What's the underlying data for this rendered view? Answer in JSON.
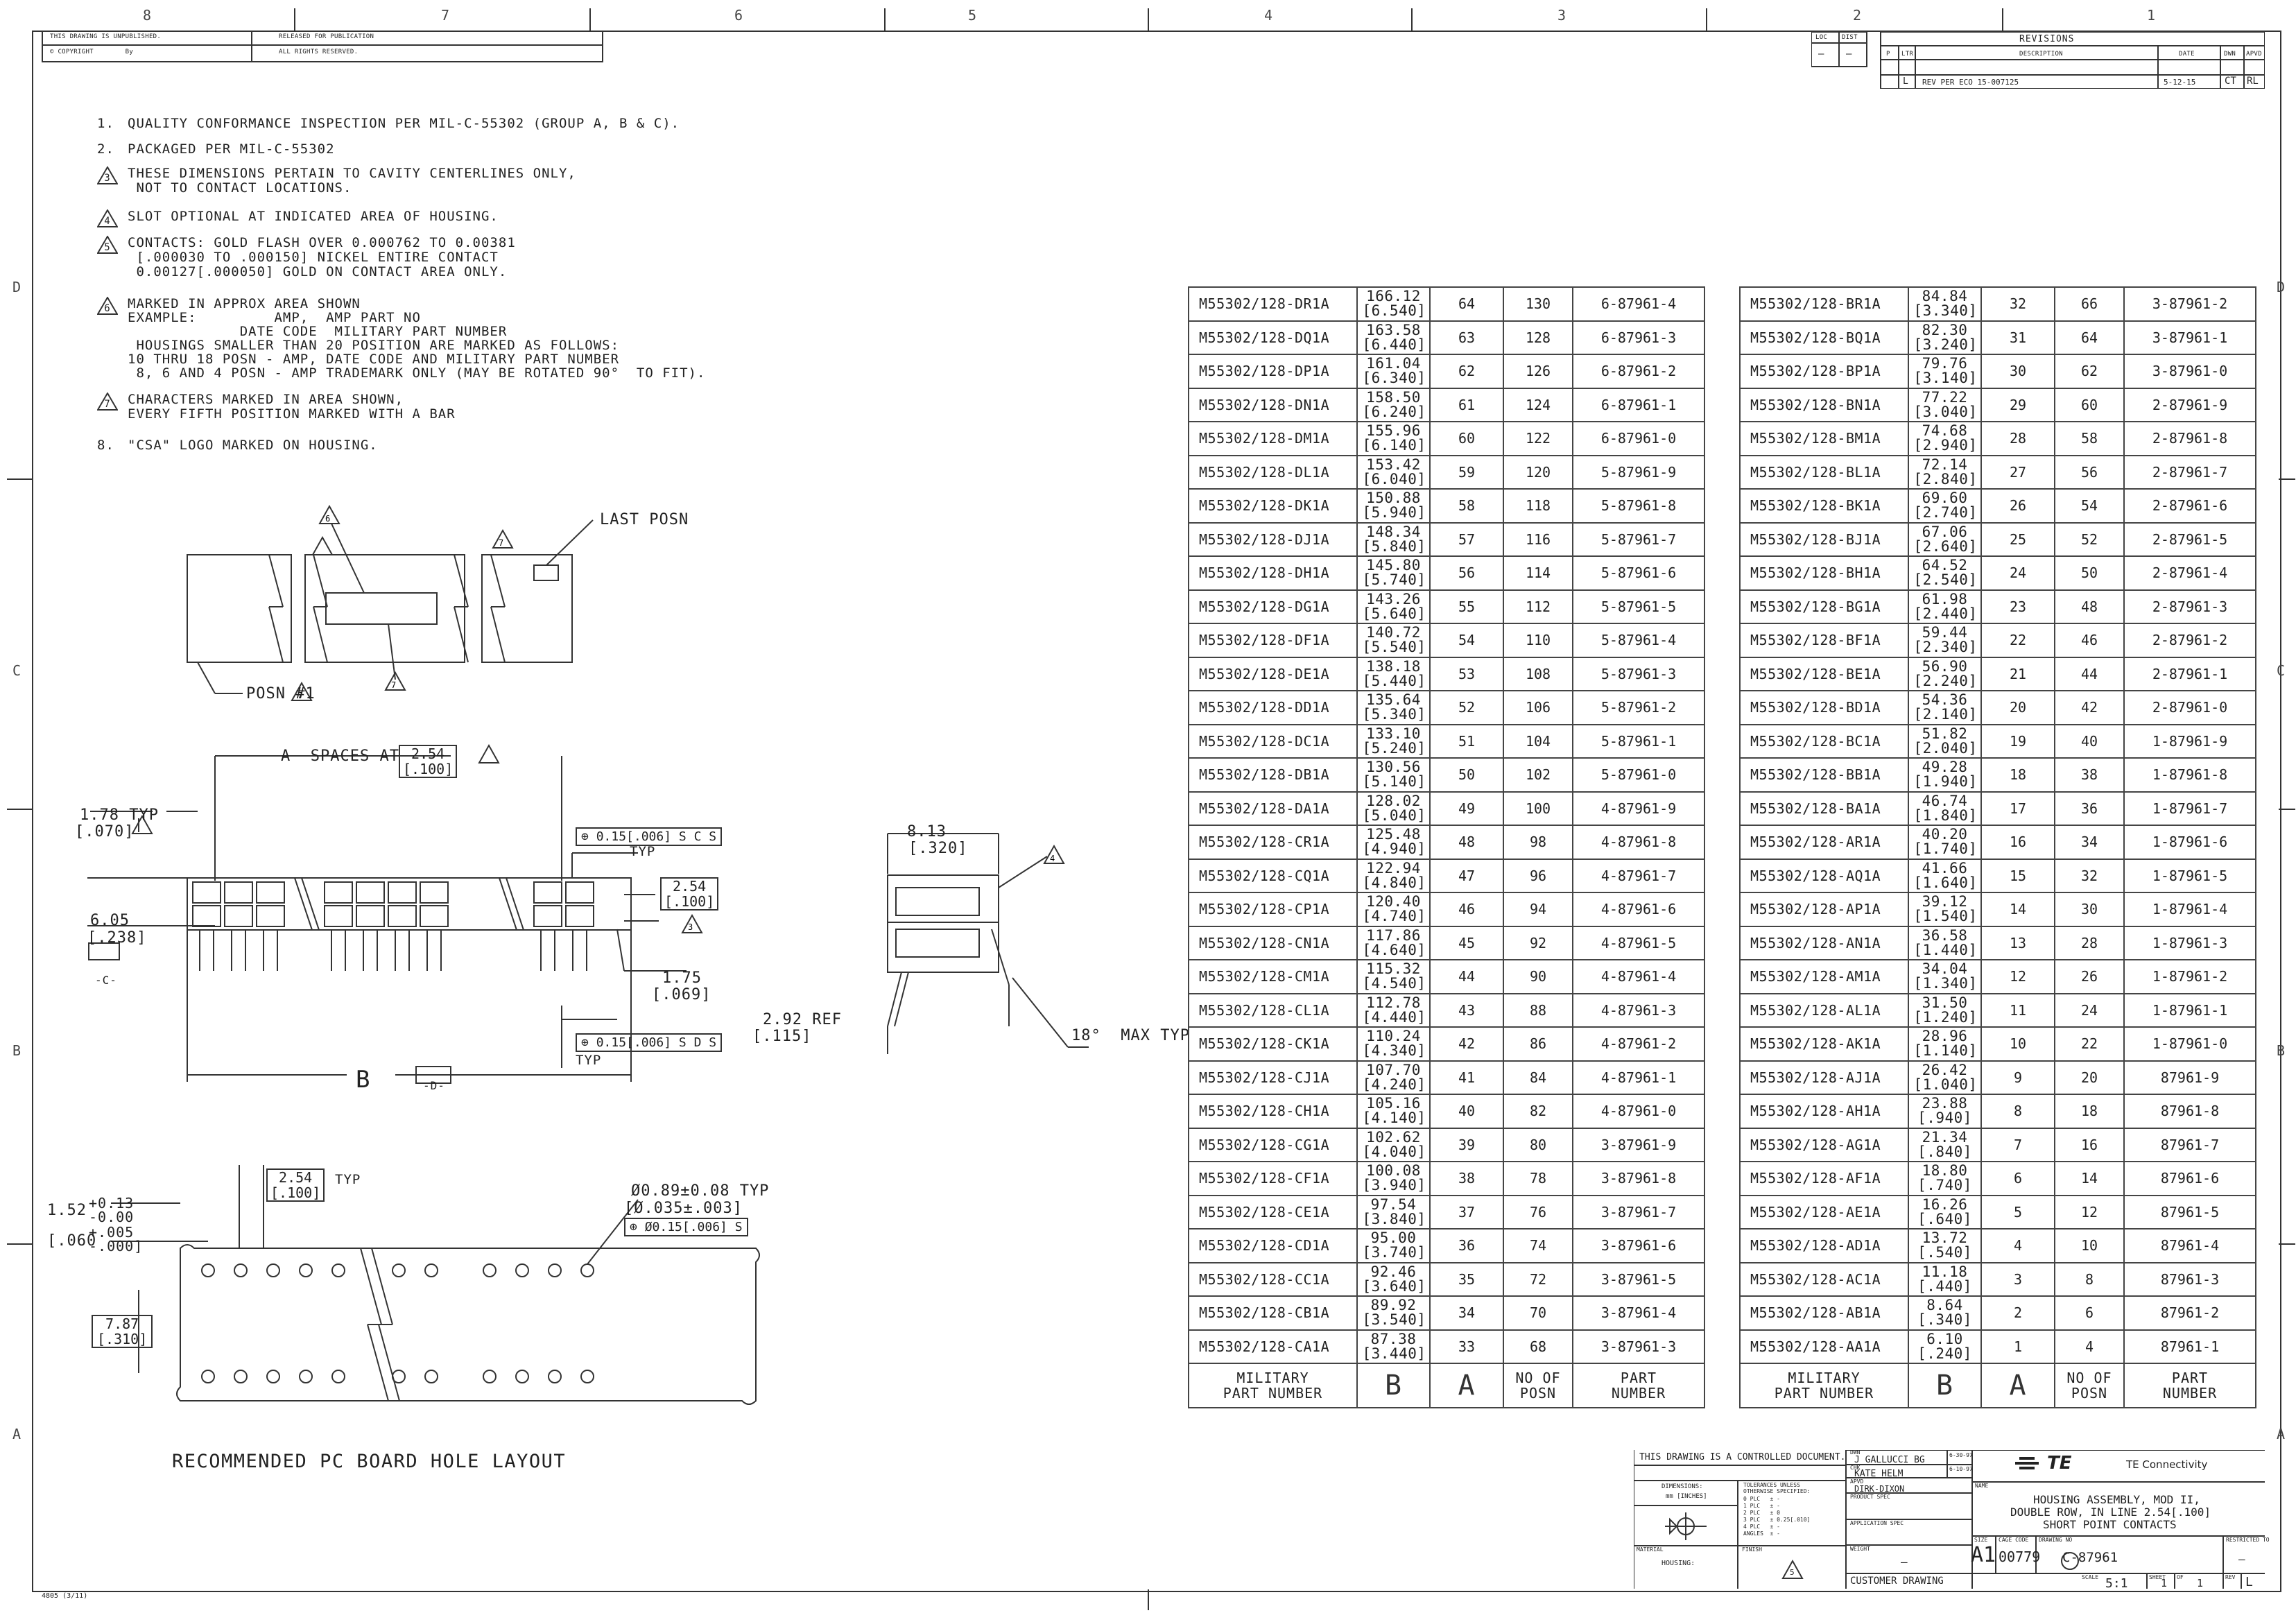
{
  "zones": {
    "top": [
      "8",
      "7",
      "6",
      "5",
      "4",
      "3",
      "2",
      "1"
    ],
    "side": [
      "D",
      "C",
      "B",
      "A"
    ]
  },
  "header": {
    "unpublished": "THIS DRAWING IS UNPUBLISHED.",
    "copyright": "COPYRIGHT",
    "copyright_by": "By",
    "released": "RELEASED FOR PUBLICATION",
    "rights": "ALL RIGHTS RESERVED."
  },
  "revisions": {
    "loc": "LOC",
    "dist": "DIST",
    "title": "REVISIONS",
    "col_p": "P",
    "col_ltr": "LTR",
    "col_desc": "DESCRIPTION",
    "col_date": "DATE",
    "col_dwn": "DWN",
    "col_apvd": "APVD",
    "ltr": "L",
    "desc": "REV PER ECO 15-007125",
    "date": "5-12-15",
    "dwn": "CT",
    "apvd": "RL"
  },
  "notes": [
    {
      "n": "1.",
      "flag": false,
      "text": "QUALITY CONFORMANCE INSPECTION PER MIL-C-55302 (GROUP A, B & C)."
    },
    {
      "n": "2.",
      "flag": false,
      "text": "PACKAGED PER MIL-C-55302"
    },
    {
      "n": "3",
      "flag": true,
      "text": "THESE DIMENSIONS PERTAIN TO CAVITY CENTERLINES ONLY,\n NOT TO CONTACT LOCATIONS."
    },
    {
      "n": "4",
      "flag": true,
      "text": "SLOT OPTIONAL AT INDICATED AREA OF HOUSING."
    },
    {
      "n": "5",
      "flag": true,
      "text": "CONTACTS: GOLD FLASH OVER 0.000762 TO 0.00381\n [.000030 TO .000150] NICKEL ENTIRE CONTACT\n 0.00127[.000050] GOLD ON CONTACT AREA ONLY."
    },
    {
      "n": "6",
      "flag": true,
      "text": "MARKED IN APPROX AREA SHOWN\nEXAMPLE:         AMP,  AMP PART NO\n             DATE CODE  MILITARY PART NUMBER\n HOUSINGS SMALLER THAN 20 POSITION ARE MARKED AS FOLLOWS:\n10 THRU 18 POSN - AMP, DATE CODE AND MILITARY PART NUMBER\n 8, 6 AND 4 POSN - AMP TRADEMARK ONLY (MAY BE ROTATED 90°  TO FIT)."
    },
    {
      "n": "7",
      "flag": true,
      "text": "CHARACTERS MARKED IN AREA SHOWN,\nEVERY FIFTH POSITION MARKED WITH A BAR"
    },
    {
      "n": "8.",
      "flag": false,
      "text": "\"CSA\" LOGO MARKED ON HOUSING."
    }
  ],
  "drawing": {
    "last_posn": "LAST POSN",
    "posn1": "POSN #1",
    "spaces_at": "A  SPACES AT",
    "pitch_mm": "2.54",
    "pitch_in": "[.100]",
    "d178": "1.78 TYP",
    "d178_in": "[.070]",
    "d605": "6.05",
    "d605_in": "[.238]",
    "datum_c": "-C-",
    "datum_d": "-D-",
    "dim_b": "B",
    "tol_top": "0.15[.006]  S  C  S",
    "tol_bot": "0.15[.006]  S  D  S",
    "typ": "TYP",
    "d175": "1.75",
    "d175_in": "[.069]",
    "d292": "2.92 REF",
    "d292_in": "[.115]",
    "d813": "8.13",
    "d813_in": "[.320]",
    "angle": "18°  MAX TYP",
    "hole_dia": "Ø0.89±0.08 TYP",
    "hole_dia_in": "[Ø.035±.003]",
    "hole_tol": "Ø0.15[.006]  S",
    "d152": "1.52",
    "d152_tol": "+0.13\n-0.00",
    "d152_in": "[.060",
    "d152_in_tol": "+.005\n-.000]",
    "d787": "7.87",
    "d787_in": "[.310]",
    "pcb_title": "RECOMMENDED PC BOARD HOLE LAYOUT"
  },
  "table_header": {
    "mil": "MILITARY\nPART NUMBER",
    "b": "B",
    "a": "A",
    "pos": "NO OF\nPOSN",
    "num": "PART\nNUMBER"
  },
  "table_left": [
    [
      "M55302/128-DR1A",
      "166.12",
      "[6.540]",
      "64",
      "130",
      "6-87961-4"
    ],
    [
      "M55302/128-DQ1A",
      "163.58",
      "[6.440]",
      "63",
      "128",
      "6-87961-3"
    ],
    [
      "M55302/128-DP1A",
      "161.04",
      "[6.340]",
      "62",
      "126",
      "6-87961-2"
    ],
    [
      "M55302/128-DN1A",
      "158.50",
      "[6.240]",
      "61",
      "124",
      "6-87961-1"
    ],
    [
      "M55302/128-DM1A",
      "155.96",
      "[6.140]",
      "60",
      "122",
      "6-87961-0"
    ],
    [
      "M55302/128-DL1A",
      "153.42",
      "[6.040]",
      "59",
      "120",
      "5-87961-9"
    ],
    [
      "M55302/128-DK1A",
      "150.88",
      "[5.940]",
      "58",
      "118",
      "5-87961-8"
    ],
    [
      "M55302/128-DJ1A",
      "148.34",
      "[5.840]",
      "57",
      "116",
      "5-87961-7"
    ],
    [
      "M55302/128-DH1A",
      "145.80",
      "[5.740]",
      "56",
      "114",
      "5-87961-6"
    ],
    [
      "M55302/128-DG1A",
      "143.26",
      "[5.640]",
      "55",
      "112",
      "5-87961-5"
    ],
    [
      "M55302/128-DF1A",
      "140.72",
      "[5.540]",
      "54",
      "110",
      "5-87961-4"
    ],
    [
      "M55302/128-DE1A",
      "138.18",
      "[5.440]",
      "53",
      "108",
      "5-87961-3"
    ],
    [
      "M55302/128-DD1A",
      "135.64",
      "[5.340]",
      "52",
      "106",
      "5-87961-2"
    ],
    [
      "M55302/128-DC1A",
      "133.10",
      "[5.240]",
      "51",
      "104",
      "5-87961-1"
    ],
    [
      "M55302/128-DB1A",
      "130.56",
      "[5.140]",
      "50",
      "102",
      "5-87961-0"
    ],
    [
      "M55302/128-DA1A",
      "128.02",
      "[5.040]",
      "49",
      "100",
      "4-87961-9"
    ],
    [
      "M55302/128-CR1A",
      "125.48",
      "[4.940]",
      "48",
      "98",
      "4-87961-8"
    ],
    [
      "M55302/128-CQ1A",
      "122.94",
      "[4.840]",
      "47",
      "96",
      "4-87961-7"
    ],
    [
      "M55302/128-CP1A",
      "120.40",
      "[4.740]",
      "46",
      "94",
      "4-87961-6"
    ],
    [
      "M55302/128-CN1A",
      "117.86",
      "[4.640]",
      "45",
      "92",
      "4-87961-5"
    ],
    [
      "M55302/128-CM1A",
      "115.32",
      "[4.540]",
      "44",
      "90",
      "4-87961-4"
    ],
    [
      "M55302/128-CL1A",
      "112.78",
      "[4.440]",
      "43",
      "88",
      "4-87961-3"
    ],
    [
      "M55302/128-CK1A",
      "110.24",
      "[4.340]",
      "42",
      "86",
      "4-87961-2"
    ],
    [
      "M55302/128-CJ1A",
      "107.70",
      "[4.240]",
      "41",
      "84",
      "4-87961-1"
    ],
    [
      "M55302/128-CH1A",
      "105.16",
      "[4.140]",
      "40",
      "82",
      "4-87961-0"
    ],
    [
      "M55302/128-CG1A",
      "102.62",
      "[4.040]",
      "39",
      "80",
      "3-87961-9"
    ],
    [
      "M55302/128-CF1A",
      "100.08",
      "[3.940]",
      "38",
      "78",
      "3-87961-8"
    ],
    [
      "M55302/128-CE1A",
      "97.54",
      "[3.840]",
      "37",
      "76",
      "3-87961-7"
    ],
    [
      "M55302/128-CD1A",
      "95.00",
      "[3.740]",
      "36",
      "74",
      "3-87961-6"
    ],
    [
      "M55302/128-CC1A",
      "92.46",
      "[3.640]",
      "35",
      "72",
      "3-87961-5"
    ],
    [
      "M55302/128-CB1A",
      "89.92",
      "[3.540]",
      "34",
      "70",
      "3-87961-4"
    ],
    [
      "M55302/128-CA1A",
      "87.38",
      "[3.440]",
      "33",
      "68",
      "3-87961-3"
    ]
  ],
  "table_right": [
    [
      "M55302/128-BR1A",
      "84.84",
      "[3.340]",
      "32",
      "66",
      "3-87961-2"
    ],
    [
      "M55302/128-BQ1A",
      "82.30",
      "[3.240]",
      "31",
      "64",
      "3-87961-1"
    ],
    [
      "M55302/128-BP1A",
      "79.76",
      "[3.140]",
      "30",
      "62",
      "3-87961-0"
    ],
    [
      "M55302/128-BN1A",
      "77.22",
      "[3.040]",
      "29",
      "60",
      "2-87961-9"
    ],
    [
      "M55302/128-BM1A",
      "74.68",
      "[2.940]",
      "28",
      "58",
      "2-87961-8"
    ],
    [
      "M55302/128-BL1A",
      "72.14",
      "[2.840]",
      "27",
      "56",
      "2-87961-7"
    ],
    [
      "M55302/128-BK1A",
      "69.60",
      "[2.740]",
      "26",
      "54",
      "2-87961-6"
    ],
    [
      "M55302/128-BJ1A",
      "67.06",
      "[2.640]",
      "25",
      "52",
      "2-87961-5"
    ],
    [
      "M55302/128-BH1A",
      "64.52",
      "[2.540]",
      "24",
      "50",
      "2-87961-4"
    ],
    [
      "M55302/128-BG1A",
      "61.98",
      "[2.440]",
      "23",
      "48",
      "2-87961-3"
    ],
    [
      "M55302/128-BF1A",
      "59.44",
      "[2.340]",
      "22",
      "46",
      "2-87961-2"
    ],
    [
      "M55302/128-BE1A",
      "56.90",
      "[2.240]",
      "21",
      "44",
      "2-87961-1"
    ],
    [
      "M55302/128-BD1A",
      "54.36",
      "[2.140]",
      "20",
      "42",
      "2-87961-0"
    ],
    [
      "M55302/128-BC1A",
      "51.82",
      "[2.040]",
      "19",
      "40",
      "1-87961-9"
    ],
    [
      "M55302/128-BB1A",
      "49.28",
      "[1.940]",
      "18",
      "38",
      "1-87961-8"
    ],
    [
      "M55302/128-BA1A",
      "46.74",
      "[1.840]",
      "17",
      "36",
      "1-87961-7"
    ],
    [
      "M55302/128-AR1A",
      "40.20",
      "[1.740]",
      "16",
      "34",
      "1-87961-6"
    ],
    [
      "M55302/128-AQ1A",
      "41.66",
      "[1.640]",
      "15",
      "32",
      "1-87961-5"
    ],
    [
      "M55302/128-AP1A",
      "39.12",
      "[1.540]",
      "14",
      "30",
      "1-87961-4"
    ],
    [
      "M55302/128-AN1A",
      "36.58",
      "[1.440]",
      "13",
      "28",
      "1-87961-3"
    ],
    [
      "M55302/128-AM1A",
      "34.04",
      "[1.340]",
      "12",
      "26",
      "1-87961-2"
    ],
    [
      "M55302/128-AL1A",
      "31.50",
      "[1.240]",
      "11",
      "24",
      "1-87961-1"
    ],
    [
      "M55302/128-AK1A",
      "28.96",
      "[1.140]",
      "10",
      "22",
      "1-87961-0"
    ],
    [
      "M55302/128-AJ1A",
      "26.42",
      "[1.040]",
      "9",
      "20",
      "87961-9"
    ],
    [
      "M55302/128-AH1A",
      "23.88",
      "[.940]",
      "8",
      "18",
      "87961-8"
    ],
    [
      "M55302/128-AG1A",
      "21.34",
      "[.840]",
      "7",
      "16",
      "87961-7"
    ],
    [
      "M55302/128-AF1A",
      "18.80",
      "[.740]",
      "6",
      "14",
      "87961-6"
    ],
    [
      "M55302/128-AE1A",
      "16.26",
      "[.640]",
      "5",
      "12",
      "87961-5"
    ],
    [
      "M55302/128-AD1A",
      "13.72",
      "[.540]",
      "4",
      "10",
      "87961-4"
    ],
    [
      "M55302/128-AC1A",
      "11.18",
      "[.440]",
      "3",
      "8",
      "87961-3"
    ],
    [
      "M55302/128-AB1A",
      "8.64",
      "[.340]",
      "2",
      "6",
      "87961-2"
    ],
    [
      "M55302/128-AA1A",
      "6.10",
      "[.240]",
      "1",
      "4",
      "87961-1"
    ]
  ],
  "title_block": {
    "controlled": "THIS DRAWING IS A CONTROLLED DOCUMENT.",
    "dwn_label": "DWN",
    "dwn": "J GALLUCCI BG",
    "chk_label": "CHK",
    "chk": "KATE HELM",
    "apvd_label": "APVD",
    "apvd": "DIRK-DIXON",
    "dwn_date": "6-30-97",
    "chk_date": "6-10-97",
    "dimensions": "DIMENSIONS:",
    "units": "mm [INCHES]",
    "tolerances": "TOLERANCES UNLESS\nOTHERWISE SPECIFIED:",
    "tol_rows": "0 PLC   ± -\n1 PLC   ± -\n2 PLC   ± 0\n3 PLC   ± 0.25[.010]\n4 PLC   ± -\nANGLES  ± -",
    "product_spec": "PRODUCT SPEC",
    "application_spec": "APPLICATION SPEC",
    "weight": "WEIGHT",
    "material": "MATERIAL",
    "material_val": "HOUSING:",
    "finish": "FINISH",
    "finish_flag": "5",
    "brand": "TE Connectivity",
    "logo": "TE",
    "name_label": "NAME",
    "title_l1": "HOUSING ASSEMBLY, MOD II,",
    "title_l2": "DOUBLE ROW, IN LINE 2.54[.100]",
    "title_l3": "SHORT POINT CONTACTS",
    "size_label": "SIZE",
    "size": "A1",
    "cage_label": "CAGE CODE",
    "cage": "00779",
    "drawing_no_label": "DRAWING NO",
    "drawing_no": "C-87961",
    "restricted": "RESTRICTED TO",
    "restricted_val": "—",
    "customer": "CUSTOMER DRAWING",
    "scale_label": "SCALE",
    "scale": "5:1",
    "sheet_label": "SHEET",
    "sheet": "1",
    "of_label": "OF",
    "of": "1",
    "rev_label": "REV",
    "rev": "L",
    "dash": "—"
  },
  "form_code": "4805 (3/11)"
}
